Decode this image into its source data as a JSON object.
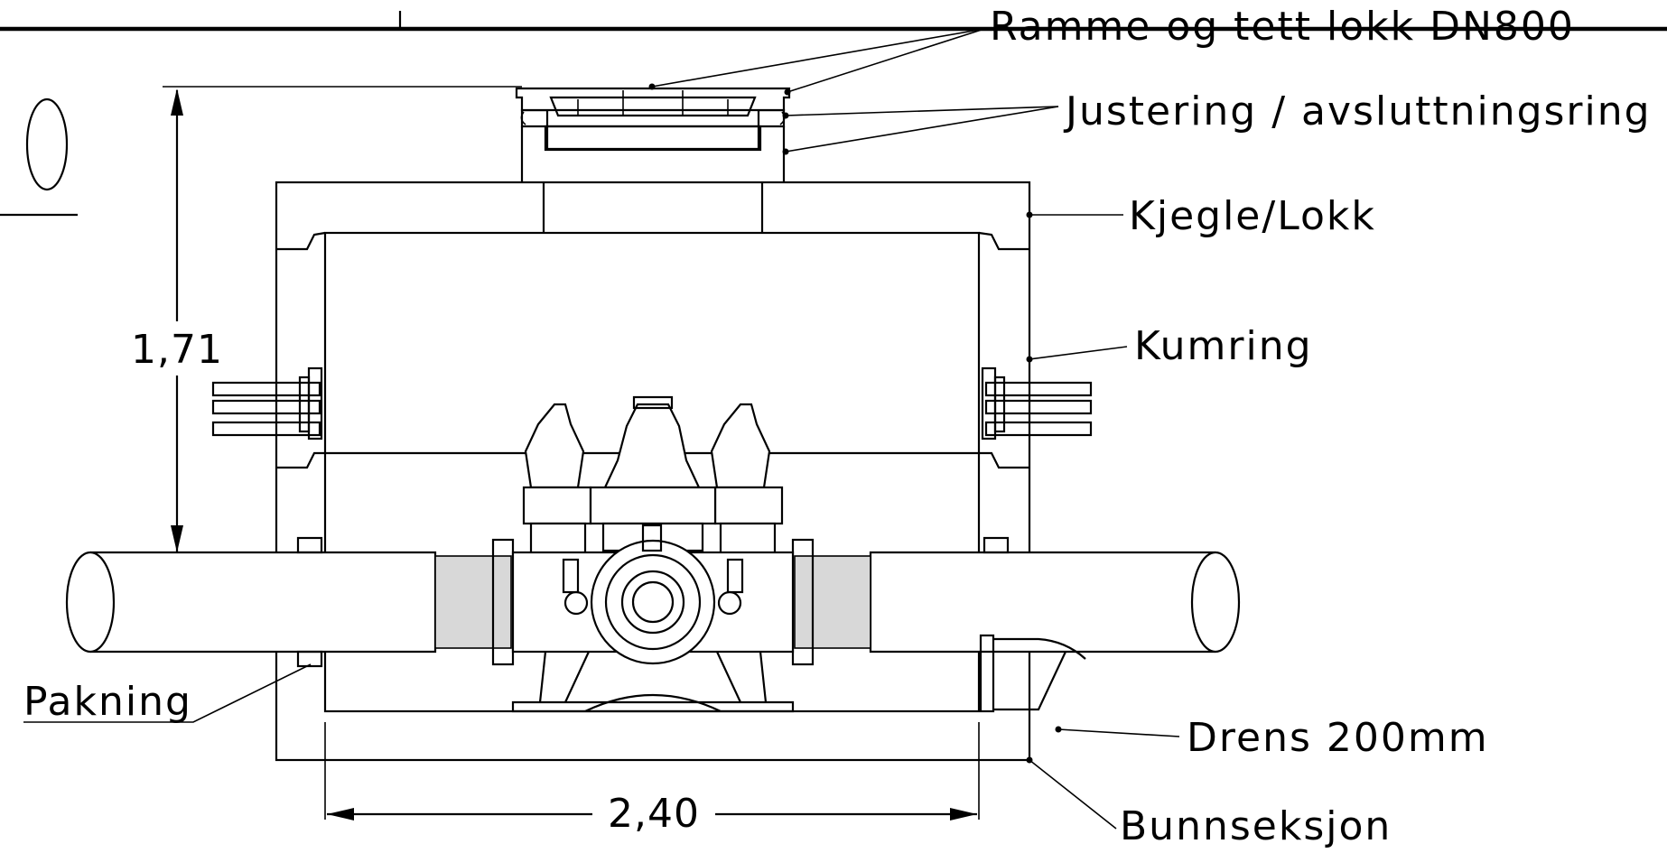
{
  "labels": {
    "frame_cover": "Ramme og tett lokk DN800",
    "adjust_ring": "Justering / avsluttningsring",
    "cone_lid": "Kjegle/Lokk",
    "ring": "Kumring",
    "gasket": "Pakning",
    "drain": "Drens 200mm",
    "bottom_section": "Bunnseksjon"
  },
  "dimensions": {
    "height": "1,71",
    "width": "2,40"
  },
  "colors": {
    "line": "#000000",
    "hatch": "#d8d8d8",
    "background": "#ffffff"
  }
}
